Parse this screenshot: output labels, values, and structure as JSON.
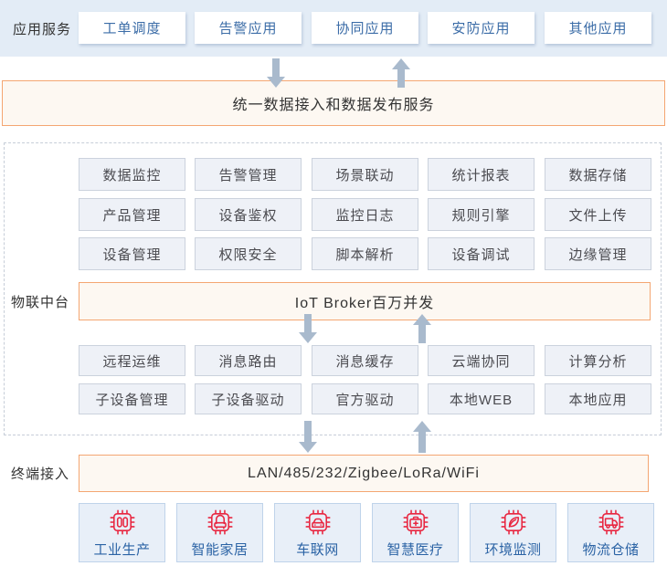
{
  "colors": {
    "band_background": "#e3ecf6",
    "app_box_text": "#3b6ca7",
    "platform_box_background": "#eef1f7",
    "orange_border": "#f4a672",
    "orange_background": "#fdf8f2",
    "arrow": "#a9bacd",
    "terminal_box_background": "#e8eff8",
    "terminal_text": "#2b63a5",
    "icon_red": "#e82640"
  },
  "app_services": {
    "label": "应用服务",
    "items": [
      "工单调度",
      "告警应用",
      "协同应用",
      "安防应用",
      "其他应用"
    ]
  },
  "unified_service": {
    "label": "统一数据接入和数据发布服务"
  },
  "iot_platform": {
    "label": "物联中台",
    "upper_grid": [
      [
        "数据监控",
        "告警管理",
        "场景联动",
        "统计报表",
        "数据存储"
      ],
      [
        "产品管理",
        "设备鉴权",
        "监控日志",
        "规则引擎",
        "文件上传"
      ],
      [
        "设备管理",
        "权限安全",
        "脚本解析",
        "设备调试",
        "边缘管理"
      ]
    ],
    "broker": {
      "label": "IoT Broker百万并发"
    },
    "lower_grid": [
      [
        "远程运维",
        "消息路由",
        "消息缓存",
        "云端协同",
        "计算分析"
      ],
      [
        "子设备管理",
        "子设备驱动",
        "官方驱动",
        "本地WEB",
        "本地应用"
      ]
    ]
  },
  "terminal_access": {
    "label": "终端接入",
    "protocol": "LAN/485/232/Zigbee/LoRa/WiFi",
    "devices": [
      {
        "icon": "industry-chip-icon",
        "label": "工业生产"
      },
      {
        "icon": "smart-home-chip-icon",
        "label": "智能家居"
      },
      {
        "icon": "connected-car-chip-icon",
        "label": "车联网"
      },
      {
        "icon": "smart-medical-chip-icon",
        "label": "智慧医疗"
      },
      {
        "icon": "environment-monitor-chip-icon",
        "label": "环境监测"
      },
      {
        "icon": "logistics-chip-icon",
        "label": "物流仓储"
      }
    ]
  }
}
